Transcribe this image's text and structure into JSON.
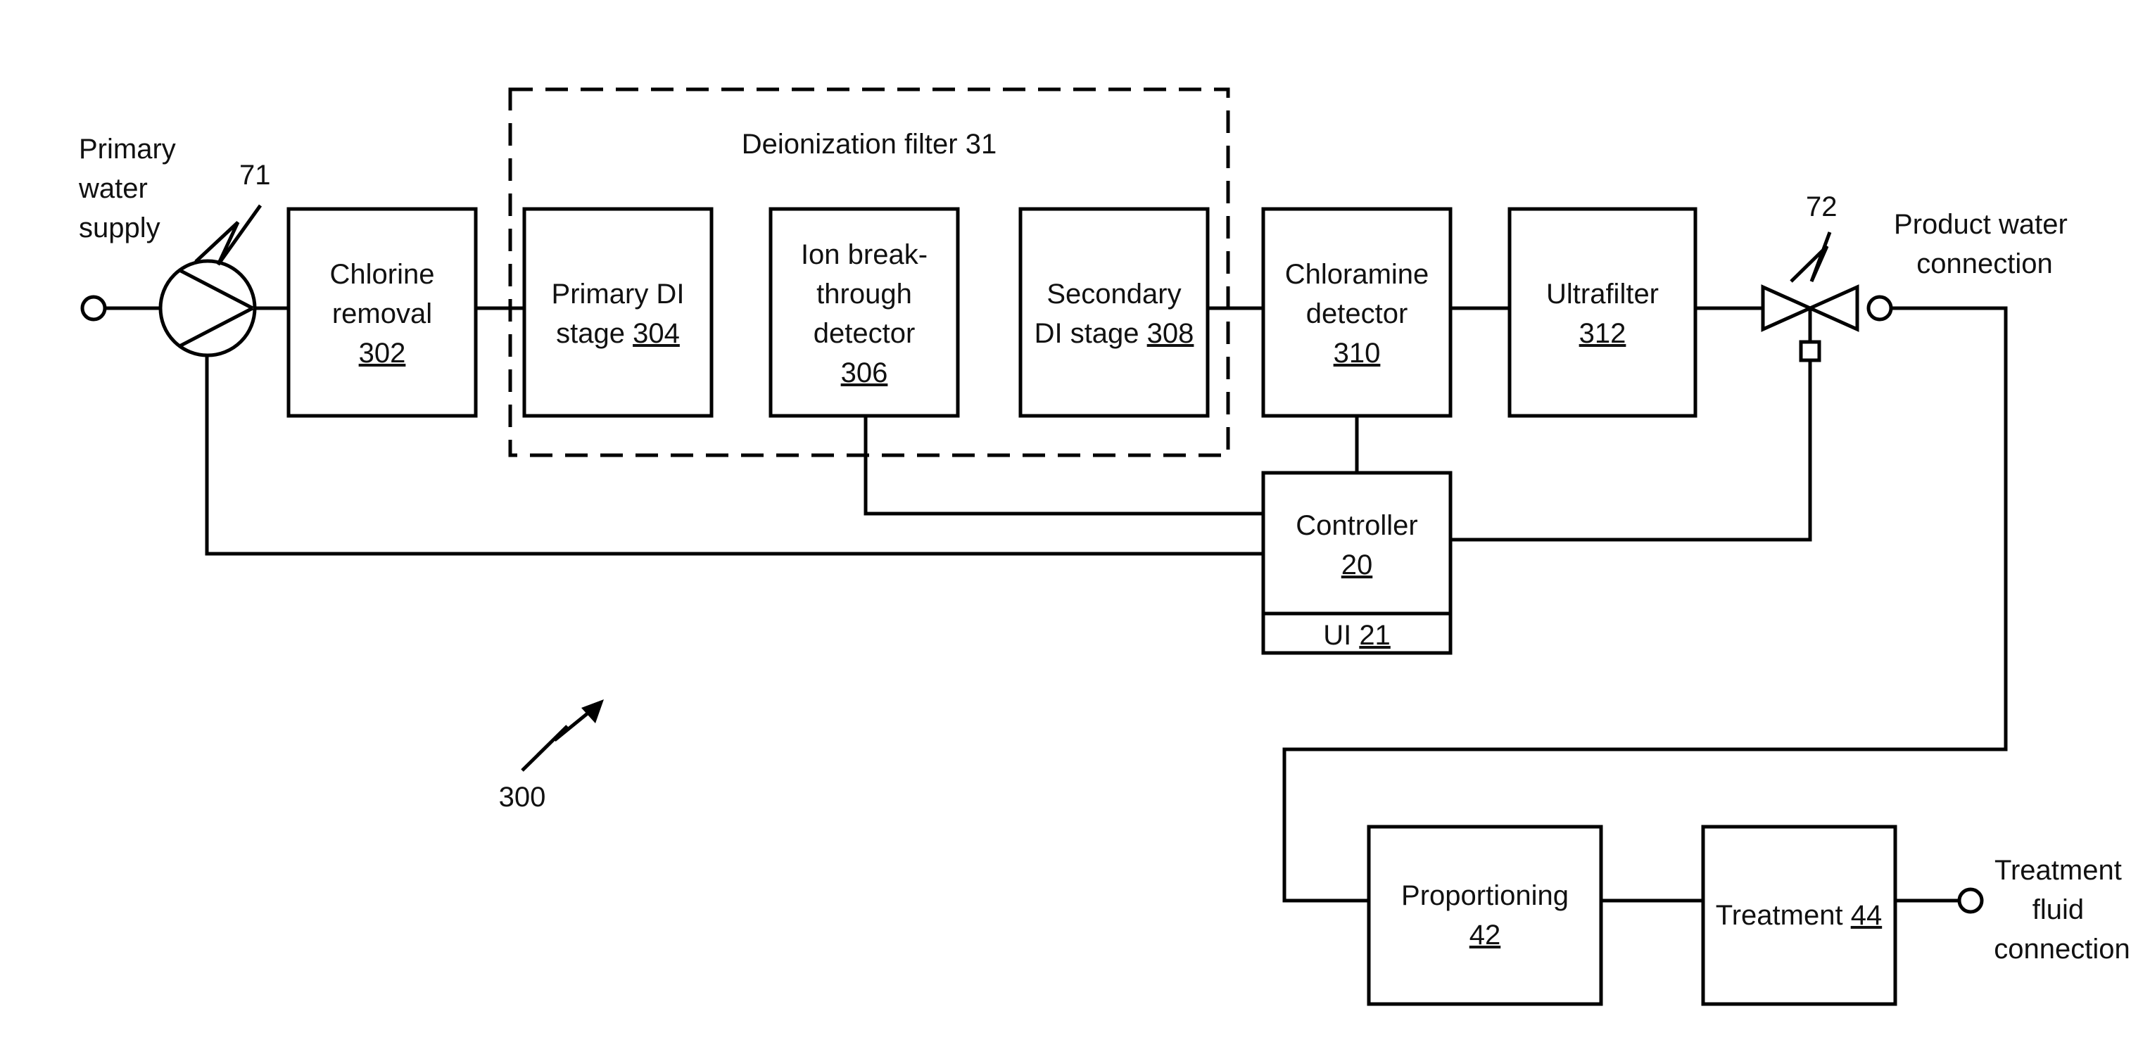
{
  "labels": {
    "primary_water_supply": [
      "Primary",
      "water",
      "supply"
    ],
    "pump_ref": "71",
    "valve_ref": "72",
    "product_water_connection": [
      "Product water",
      "connection"
    ],
    "treatment_fluid_connection": [
      "Treatment",
      "fluid",
      "connection"
    ],
    "system_ref": "300",
    "deionization_filter": "Deionization filter 31"
  },
  "blocks": {
    "chlorine_removal": {
      "text": [
        "Chlorine",
        "removal"
      ],
      "ref": "302"
    },
    "primary_di": {
      "line1": "Primary DI",
      "line2": "stage ",
      "ref": "304"
    },
    "ion_breakthrough": {
      "text": [
        "Ion break-",
        "through",
        "detector"
      ],
      "ref": "306"
    },
    "secondary_di": {
      "line1": "Secondary",
      "line2": "DI stage ",
      "ref": "308"
    },
    "chloramine_detector": {
      "text": [
        "Chloramine",
        "detector"
      ],
      "ref": "310"
    },
    "ultrafilter": {
      "text": "Ultrafilter",
      "ref": "312"
    },
    "controller": {
      "text": "Controller",
      "ref": "20"
    },
    "ui": {
      "text": "UI ",
      "ref": "21"
    },
    "proportioning": {
      "text": "Proportioning",
      "ref": "42"
    },
    "treatment": {
      "text": "Treatment ",
      "ref": "44"
    }
  }
}
